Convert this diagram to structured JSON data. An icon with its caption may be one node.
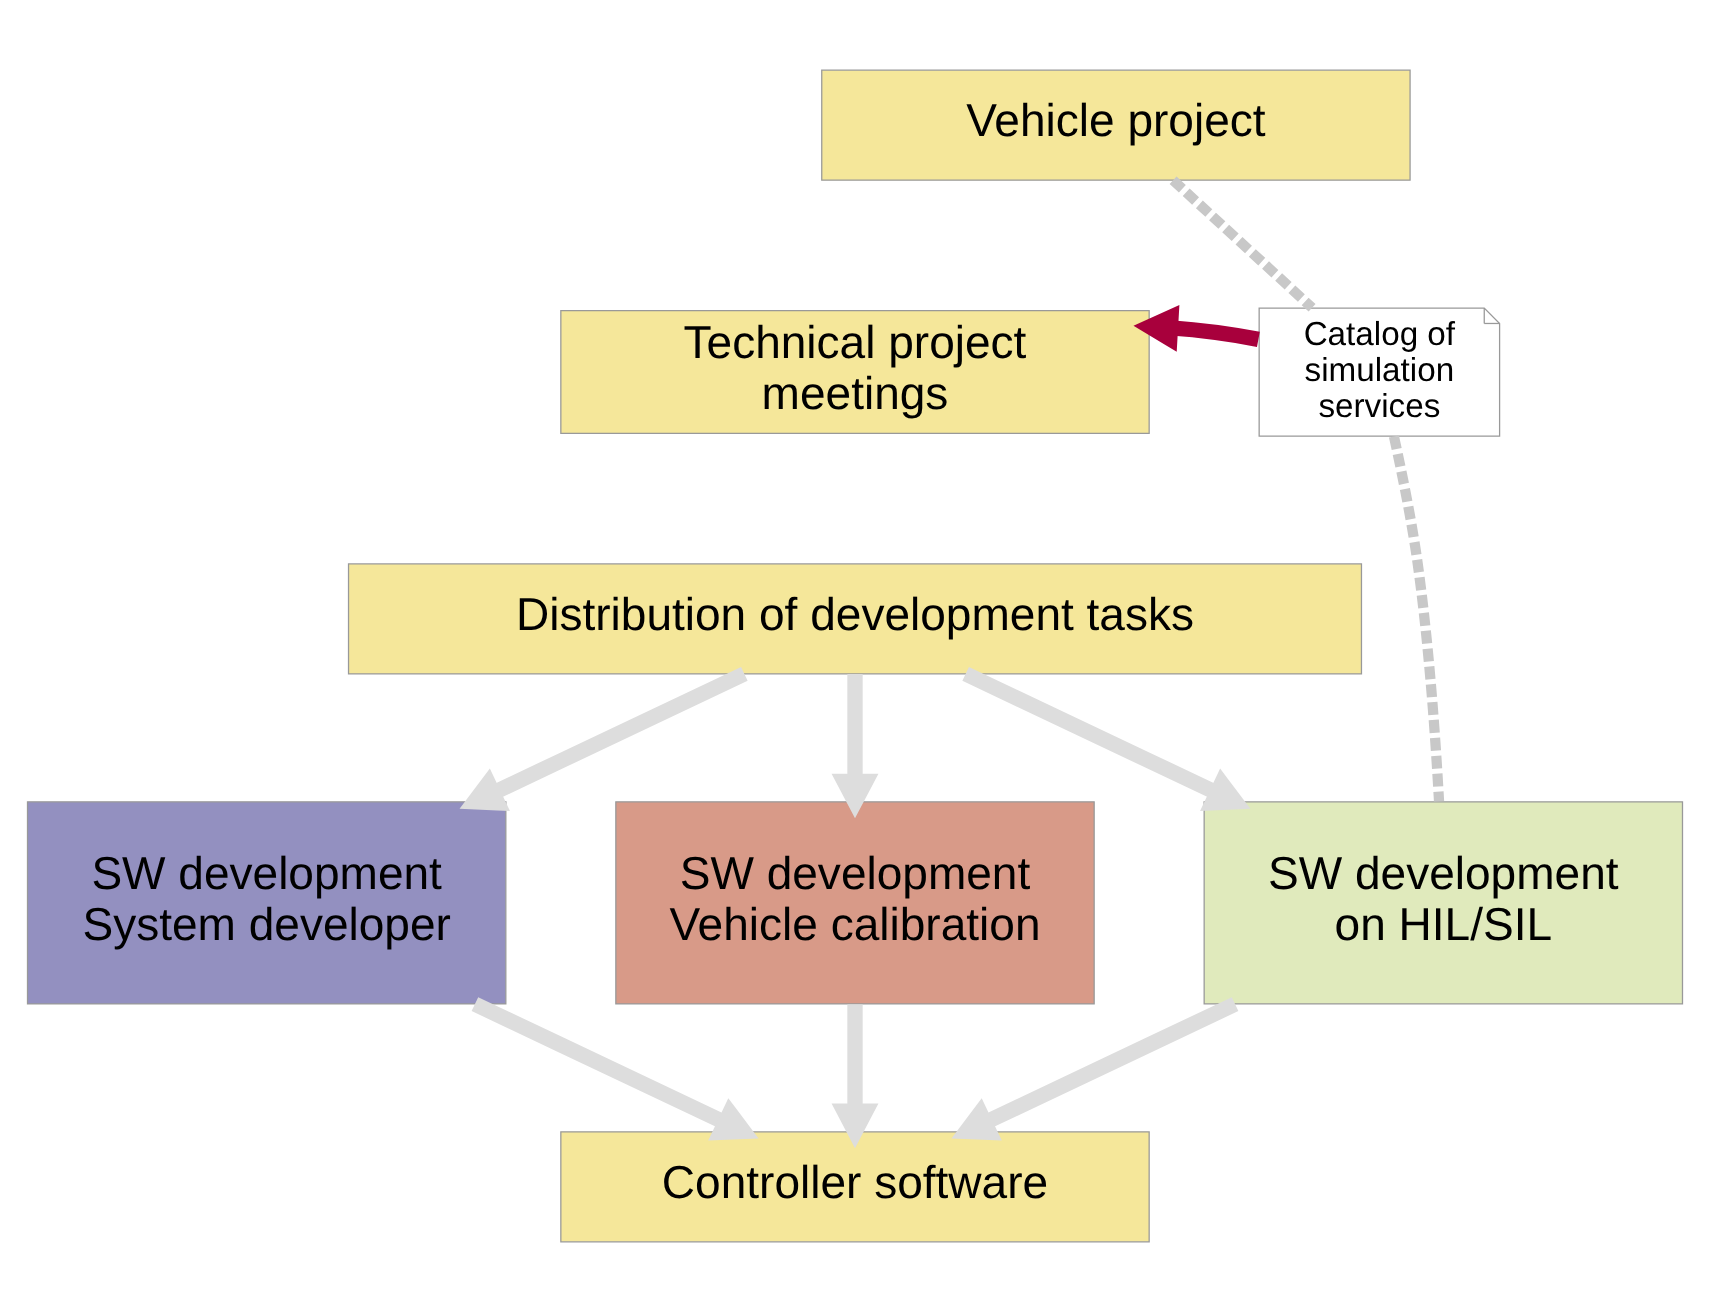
{
  "diagram": {
    "nodes": [
      {
        "text": [
          "Vehicle project"
        ]
      },
      {
        "text": [
          "Technical project meetings"
        ]
      },
      {
        "text": [
          "Catalog of simulation services"
        ]
      },
      {
        "text": [
          "Distribution of development tasks"
        ]
      },
      {
        "text": [
          "SW development System developer"
        ]
      },
      {
        "text": [
          "SW development Vehicle calibration"
        ]
      },
      {
        "text": [
          "SW development on HIL/SIL"
        ]
      },
      {
        "text": [
          "Controller software"
        ]
      }
    ],
    "edges": [
      {
        "from": 0,
        "to": 2,
        "arrow": "none",
        "style": "dashed",
        "color": "#c8c8c8"
      },
      {
        "from": 2,
        "to": 1,
        "arrow": "to",
        "color": "#a8003c"
      },
      {
        "from": 2,
        "to": 6,
        "arrow": "none",
        "style": "dashed",
        "color": "#c8c8c8"
      },
      {
        "from": 3,
        "to": 4,
        "arrow": "to"
      },
      {
        "from": 3,
        "to": 5,
        "arrow": "to"
      },
      {
        "from": 3,
        "to": 6,
        "arrow": "to"
      },
      {
        "from": 4,
        "to": 7,
        "arrow": "to"
      },
      {
        "from": 5,
        "to": 7,
        "arrow": "to"
      },
      {
        "from": 6,
        "to": 7,
        "arrow": "to"
      }
    ]
  }
}
